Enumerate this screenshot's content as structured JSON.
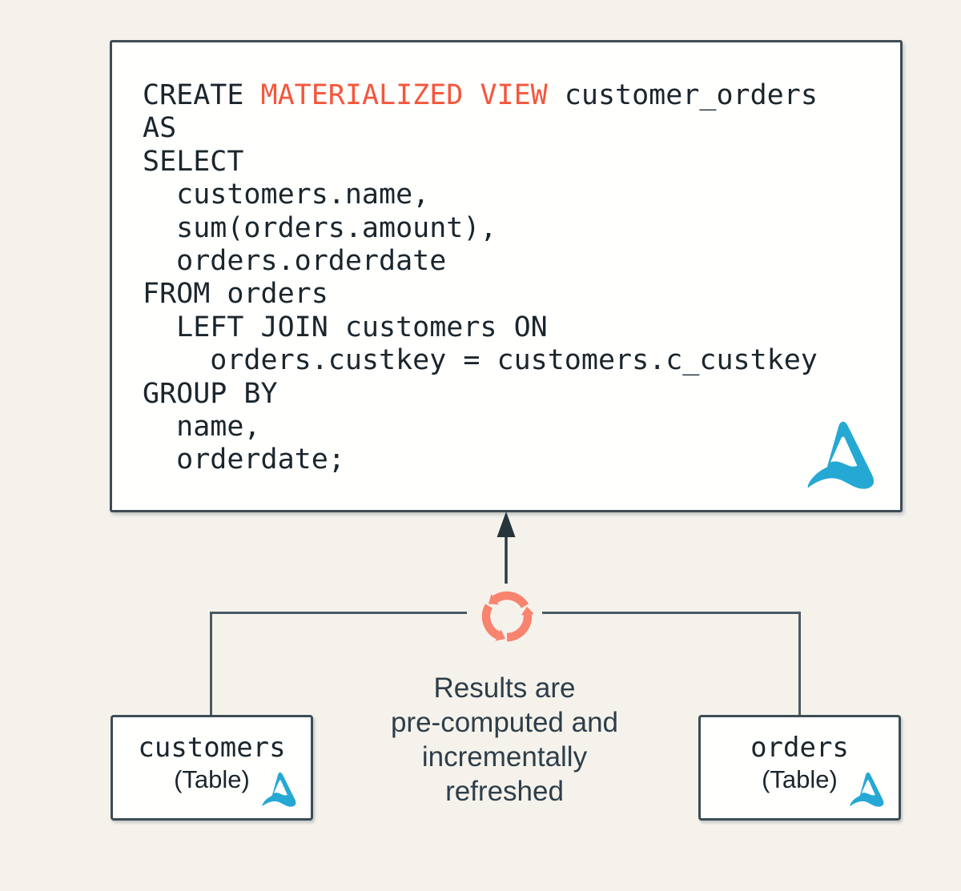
{
  "colors": {
    "background": "#F5F2EC",
    "panel_background": "#FFFFFE",
    "border_dark_slate": "#3D4D56",
    "connector_line": "#4A5A63",
    "code_text": "#1B262C",
    "keyword_accent_orange": "#F4573D",
    "refresh_icon_salmon": "#F8836E",
    "logo_cyan": "#25A9D4",
    "annotation_text": "#2E3E49"
  },
  "sql_box": {
    "line1": {
      "prefix": "CREATE ",
      "keyword": "MATERIALIZED VIEW",
      "suffix": " customer_orders"
    },
    "lines": [
      "AS",
      "SELECT",
      "  customers.name,",
      "  sum(orders.amount),",
      "  orders.orderdate",
      "FROM orders",
      "  LEFT JOIN customers ON",
      "    orders.custkey = customers.c_custkey",
      "GROUP BY",
      "  name,",
      "  orderdate;"
    ]
  },
  "annotation": {
    "text": "Results are\npre-computed and\nincrementally\nrefreshed"
  },
  "tables": {
    "customers": {
      "name": "customers",
      "type": "(Table)"
    },
    "orders": {
      "name": "orders",
      "type": "(Table)"
    }
  },
  "icons": {
    "refresh": "refresh-cycle-icon",
    "logo": "delta-wave-logo",
    "arrow": "up-arrow-icon"
  }
}
